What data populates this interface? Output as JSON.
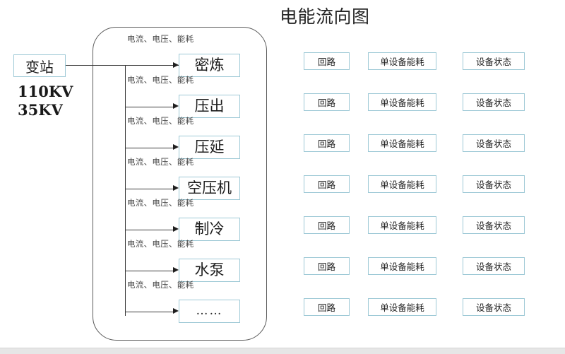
{
  "title": "电能流向图",
  "source": {
    "box_label": "变站",
    "voltages": [
      "110KV",
      "35KV"
    ]
  },
  "flow": {
    "metric_label": "电流、电压、能耗",
    "nodes": [
      {
        "label": "密炼"
      },
      {
        "label": "压出"
      },
      {
        "label": "压延"
      },
      {
        "label": "空压机"
      },
      {
        "label": "制冷"
      },
      {
        "label": "水泵"
      },
      {
        "label": "……"
      }
    ]
  },
  "panel": {
    "columns": [
      "回路",
      "单设备能耗",
      "设备状态"
    ],
    "rows": [
      [
        "回路",
        "单设备能耗",
        "设备状态"
      ],
      [
        "回路",
        "单设备能耗",
        "设备状态"
      ],
      [
        "回路",
        "单设备能耗",
        "设备状态"
      ],
      [
        "回路",
        "单设备能耗",
        "设备状态"
      ],
      [
        "回路",
        "单设备能耗",
        "设备状态"
      ],
      [
        "回路",
        "单设备能耗",
        "设备状态"
      ],
      [
        "回路",
        "单设备能耗",
        "设备状态"
      ]
    ]
  },
  "colors": {
    "box_border": "#9ec9d6",
    "wire": "#3a3a3a",
    "frame_border": "#5a5a5a",
    "text": "#1c1c1c",
    "bottom_strip": "#e6e6e6"
  },
  "layout": {
    "node_top_start": 76,
    "node_step": 58,
    "panel_row_top_start": 74,
    "panel_row_step": 58
  }
}
